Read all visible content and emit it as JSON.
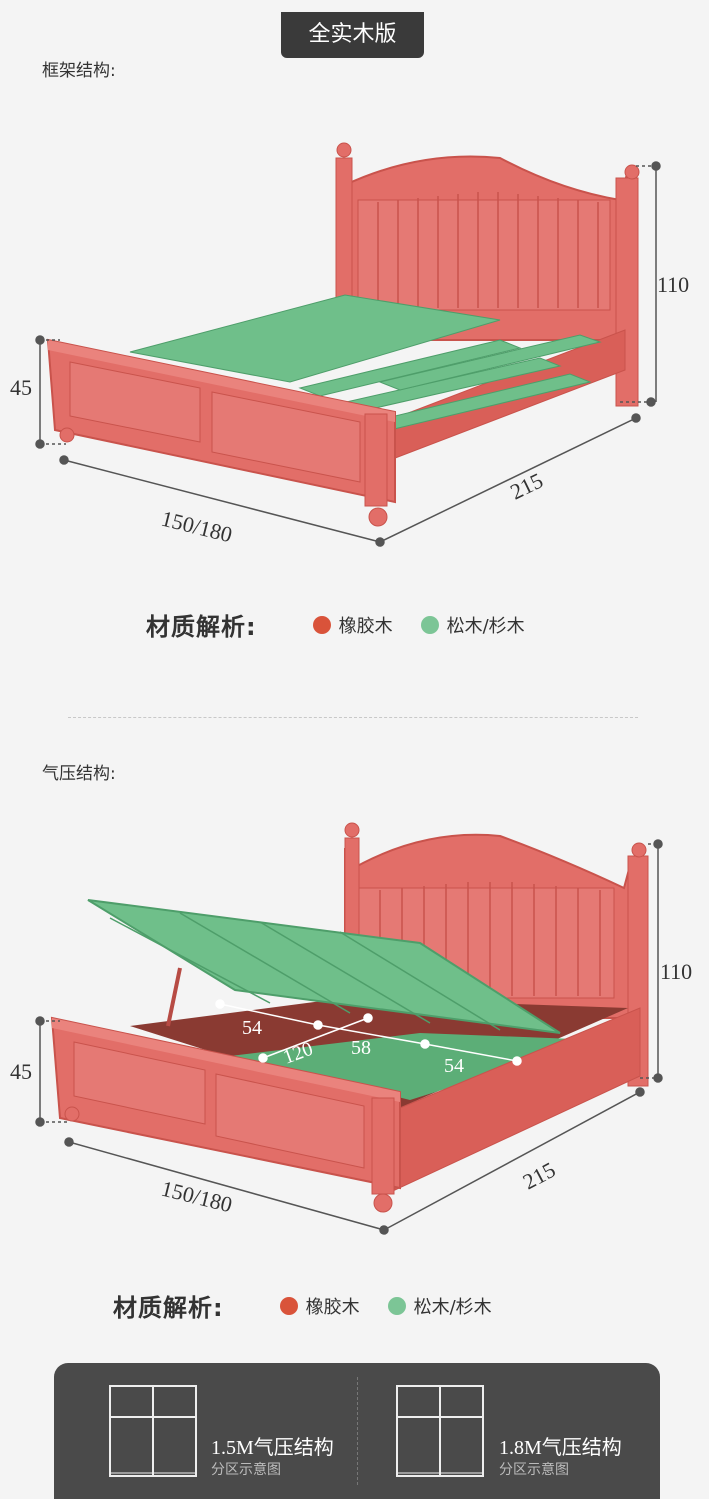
{
  "badge": "全实木版",
  "section1": {
    "label": "框架结构:",
    "dims": {
      "height": "110",
      "foot": "45",
      "width": "150/180",
      "length": "215"
    },
    "legend": {
      "title": "材质解析:",
      "items": [
        {
          "label": "橡胶木",
          "color": "#d9533a"
        },
        {
          "label": "松木/杉木",
          "color": "#7cc596"
        }
      ]
    }
  },
  "section2": {
    "label": "气压结构:",
    "dims": {
      "height": "110",
      "foot": "45",
      "width": "150/180",
      "length": "215",
      "inner_a": "54",
      "inner_b": "120",
      "inner_c": "58",
      "inner_d": "54"
    },
    "legend": {
      "title": "材质解析:",
      "items": [
        {
          "label": "橡胶木",
          "color": "#d9533a"
        },
        {
          "label": "松木/杉木",
          "color": "#7cc596"
        }
      ]
    }
  },
  "colors": {
    "bed": "#e26e68",
    "bed_dark": "#c9534c",
    "slat": "#6fbf8a"
  },
  "panel": {
    "items": [
      {
        "title": "1.5M气压结构",
        "sub": "分区示意图"
      },
      {
        "title": "1.8M气压结构",
        "sub": "分区示意图"
      }
    ]
  }
}
